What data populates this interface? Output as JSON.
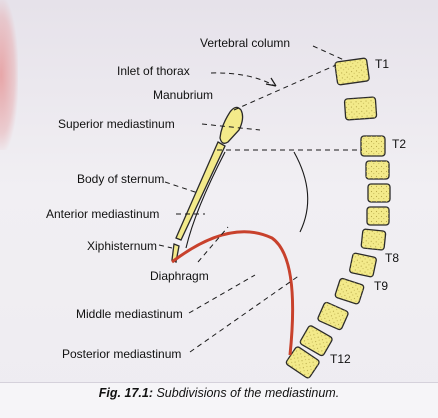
{
  "labels": {
    "vertebral_column": "Vertebral column",
    "inlet_of_thorax": "Inlet of thorax",
    "manubrium": "Manubrium",
    "superior_mediastinum": "Superior mediastinum",
    "body_of_sternum": "Body of sternum",
    "anterior_mediastinum": "Anterior mediastinum",
    "xiphisternum": "Xiphisternum",
    "diaphragm": "Diaphragm",
    "middle_mediastinum": "Middle mediastinum",
    "posterior_mediastinum": "Posterior mediastinum"
  },
  "vertebra_labels": {
    "t1": "T1",
    "t2": "T2",
    "t8": "T8",
    "t9": "T9",
    "t12": "T12"
  },
  "caption": {
    "figure_number": "Fig. 17.1:",
    "text": " Subdivisions of the mediastinum."
  },
  "colors": {
    "bone_fill": "#f3ea8a",
    "bone_stroke": "#2a2a2a",
    "diaphragm": "#c8412c",
    "line": "#1a1a1a",
    "background": "#eeecf1"
  }
}
